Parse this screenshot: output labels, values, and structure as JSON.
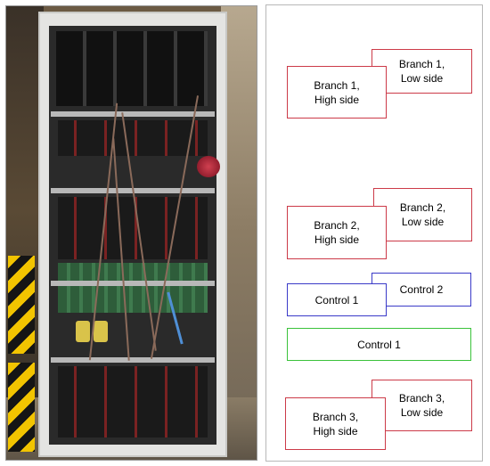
{
  "diagram": {
    "border_color": "#b8b8b8",
    "colors": {
      "red": "#cc3a48",
      "blue": "#3a3ac8",
      "green": "#3ac23a"
    },
    "branch1": {
      "low_label": "Branch 1,\nLow side",
      "high_label": "Branch 1,\nHigh side"
    },
    "branch2": {
      "low_label": "Branch 2,\nLow side",
      "high_label": "Branch 2,\nHigh side"
    },
    "control": {
      "control2_label": "Control 2",
      "control1_label": "Control 1",
      "control1_wide_label": "Control 1"
    },
    "branch3": {
      "low_label": "Branch 3,\nLow side",
      "high_label": "Branch 3,\nHigh side"
    }
  }
}
